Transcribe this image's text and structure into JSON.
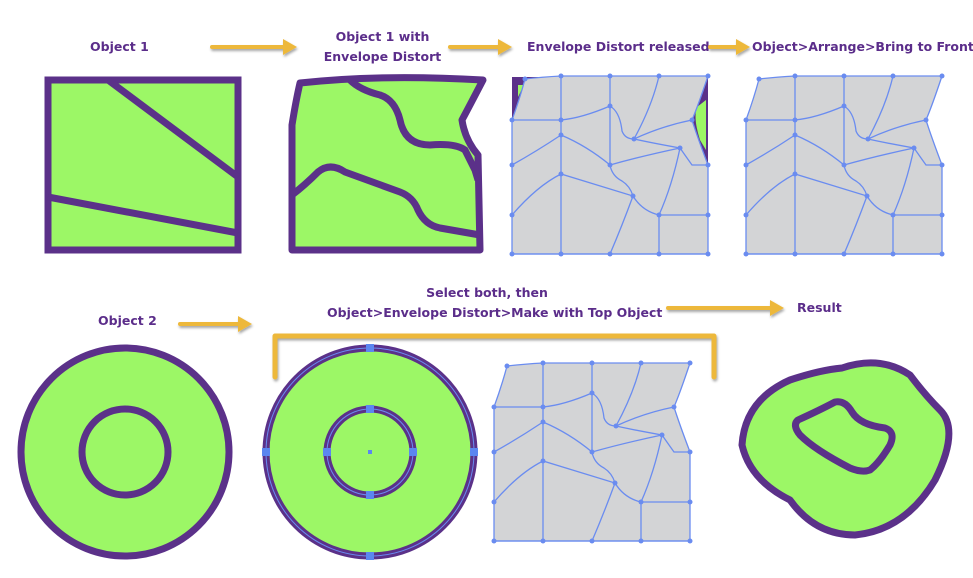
{
  "labels": {
    "object1": "Object 1",
    "object1_envelope_line1": "Object 1 with",
    "object1_envelope_line2": "Envelope Distort",
    "envelope_released": "Envelope Distort  released",
    "bring_to_front": "Object>Arrange>Bring to Front",
    "object2": "Object 2",
    "select_both_line1": "Select both, then",
    "select_both_line2": "Object>Envelope Distort>Make with Top Object",
    "result": "Result"
  },
  "colors": {
    "fill_green": "#9cf766",
    "stroke_purple": "#5b3189",
    "mesh_gray": "#d3d4d6",
    "mesh_blue": "#6a8cf0",
    "arrow_gold": "#edb83a",
    "text_purple": "#5b2d8a"
  }
}
